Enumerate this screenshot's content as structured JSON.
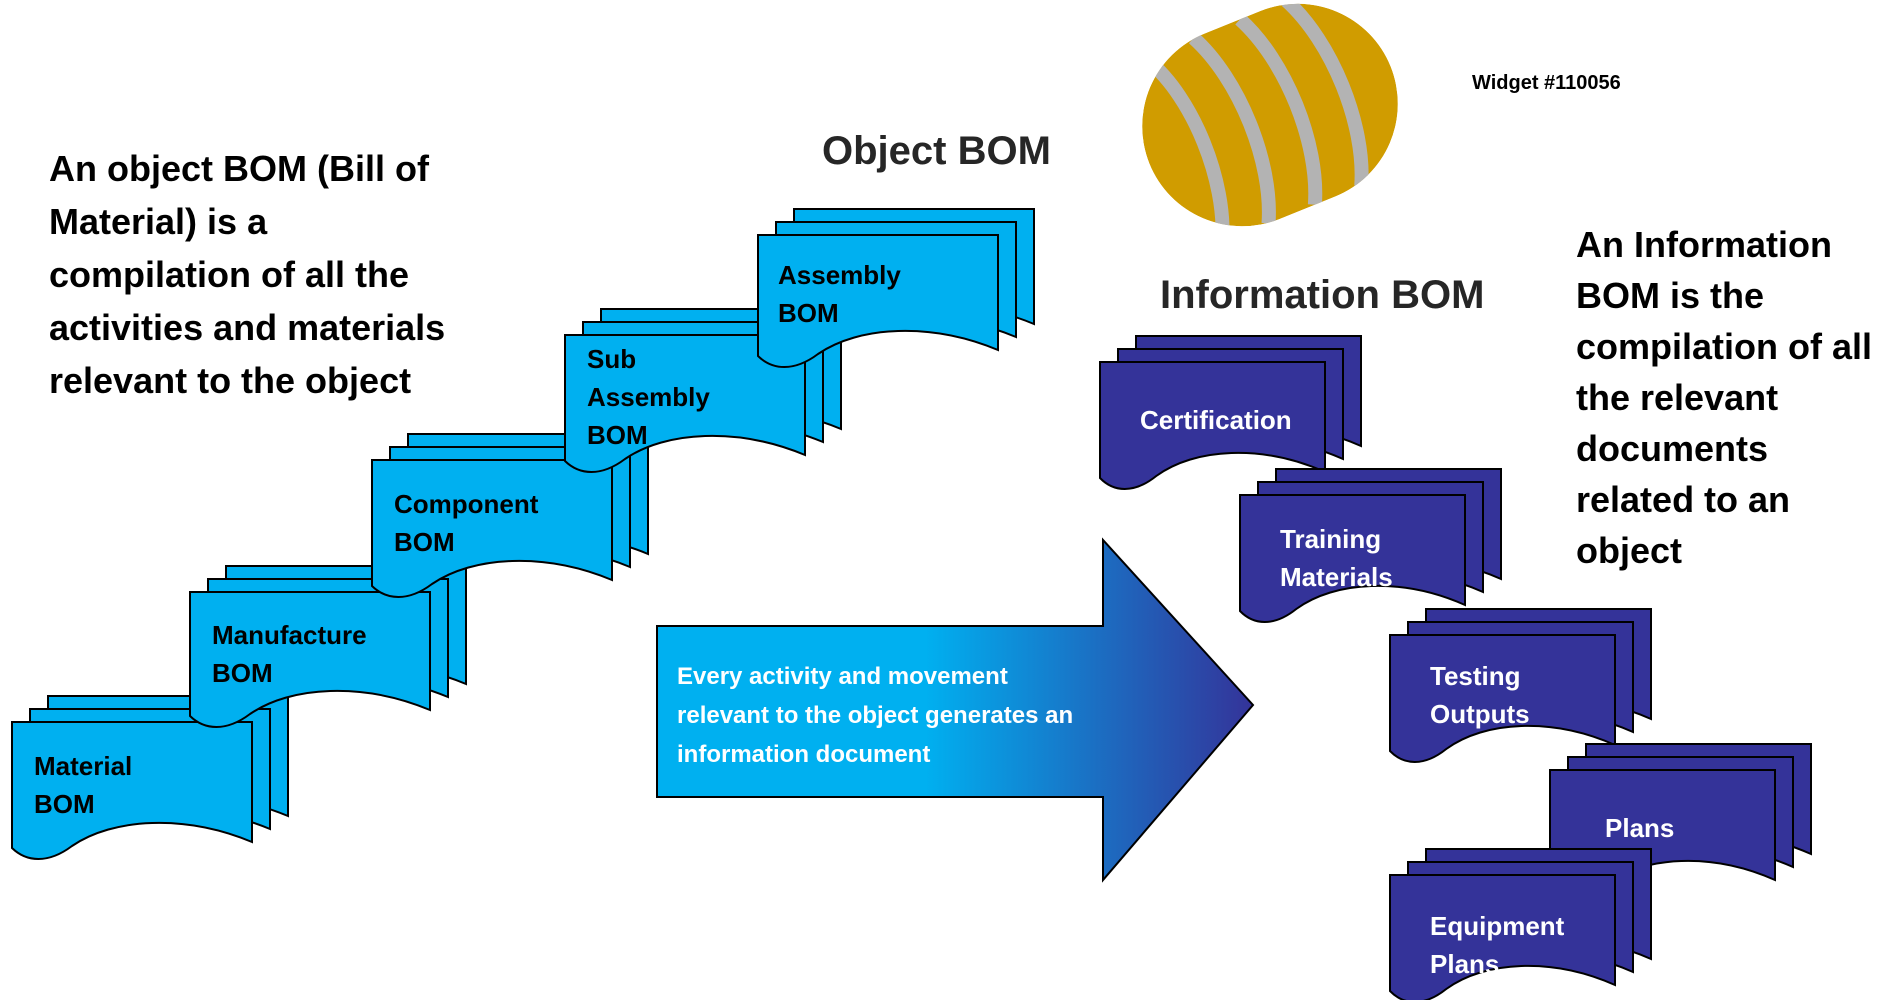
{
  "colors": {
    "object_doc_fill": "#00b0f0",
    "info_doc_fill": "#343399",
    "doc_stroke": "#000000",
    "arrow_gradient_start": "#00b0f0",
    "arrow_gradient_end": "#343399",
    "widget_fill": "#d09c00",
    "widget_stripe": "#b3b3b3"
  },
  "left_description": [
    "An object BOM (Bill of",
    "Material) is a",
    "compilation of all the",
    "activities and materials",
    "relevant to the object"
  ],
  "right_description": [
    "An Information",
    "BOM is the",
    "compilation of all",
    "the relevant",
    "documents",
    "related to an",
    "object"
  ],
  "object_bom": {
    "title": "Object BOM",
    "documents": [
      {
        "label_lines": [
          "Material",
          "BOM"
        ]
      },
      {
        "label_lines": [
          "Manufacture",
          "BOM"
        ]
      },
      {
        "label_lines": [
          "Component",
          "BOM"
        ]
      },
      {
        "label_lines": [
          "Sub",
          "Assembly",
          "BOM"
        ]
      },
      {
        "label_lines": [
          "Assembly",
          "BOM"
        ]
      }
    ]
  },
  "information_bom": {
    "title": "Information BOM",
    "documents": [
      {
        "label_lines": [
          "Certification"
        ]
      },
      {
        "label_lines": [
          "Training",
          "Materials"
        ]
      },
      {
        "label_lines": [
          "Testing",
          "Outputs"
        ]
      },
      {
        "label_lines": [
          "Plans"
        ]
      },
      {
        "label_lines": [
          "Equipment",
          "Plans"
        ]
      }
    ]
  },
  "arrow_text": [
    "Every activity and movement",
    "relevant to the object generates an",
    "information document"
  ],
  "widget": {
    "label": "Widget #110056",
    "icon": "widget-cylinder-icon"
  }
}
